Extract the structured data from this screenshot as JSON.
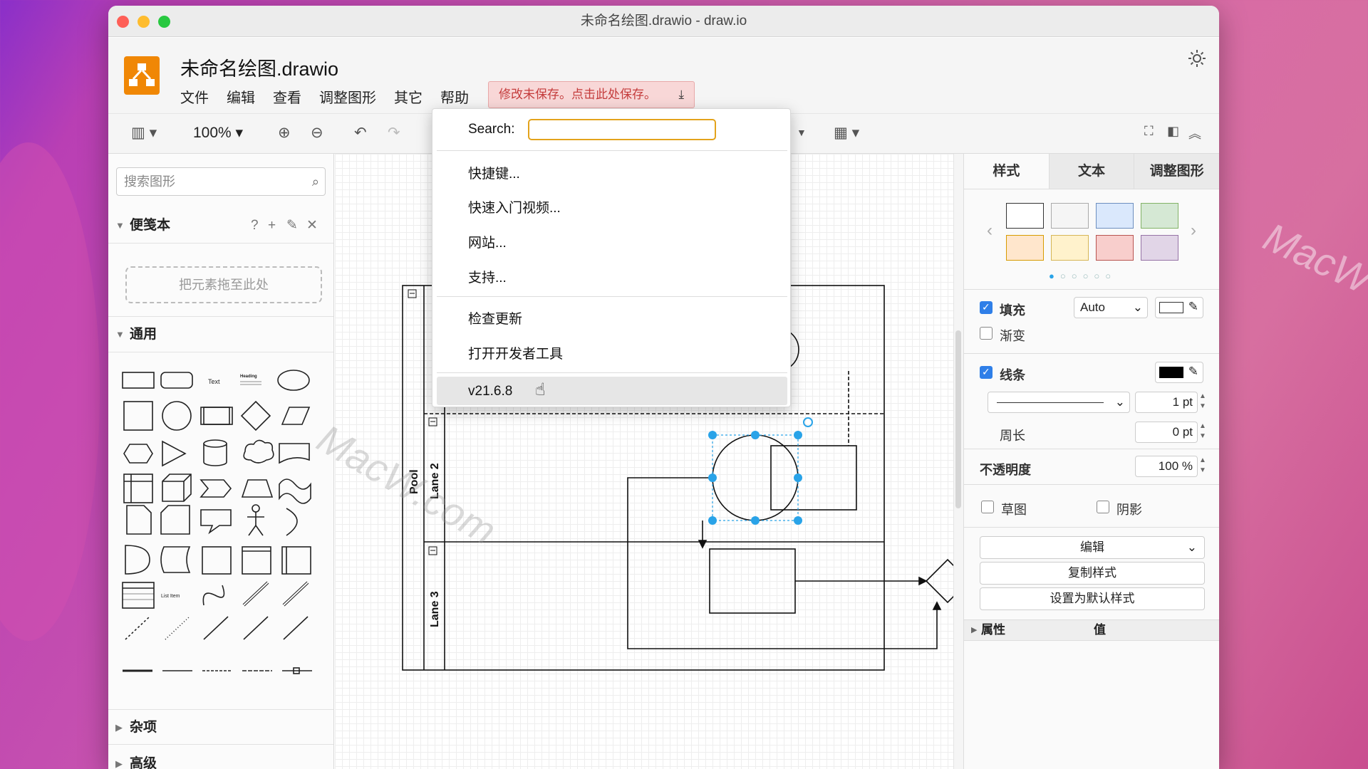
{
  "window": {
    "title": "未命名绘图.drawio - draw.io"
  },
  "header": {
    "filename": "未命名绘图.drawio",
    "unsaved_notice": "修改未保存。点击此处保存。"
  },
  "menubar": [
    "文件",
    "编辑",
    "查看",
    "调整图形",
    "其它",
    "帮助"
  ],
  "toolbar": {
    "zoom": "100%"
  },
  "sidebar": {
    "search_placeholder": "搜索图形",
    "scratchpad": {
      "title": "便笺本",
      "dropzone": "把元素拖至此处",
      "actions": [
        "?",
        "+",
        "✎",
        "✕"
      ]
    },
    "general": {
      "title": "通用",
      "shape_text": "Text",
      "shape_heading": "Heading",
      "shape_list": "List Item"
    },
    "misc": "杂项",
    "advanced": "高级"
  },
  "diagram": {
    "pool": "Pool",
    "lane2": "Lane 2",
    "lane3": "Lane 3"
  },
  "help_menu": {
    "search_label": "Search:",
    "search_value": "",
    "items": [
      "快捷键...",
      "快速入门视频...",
      "网站...",
      "支持...",
      "检查更新",
      "打开开发者工具"
    ],
    "version": "v21.6.8"
  },
  "format_panel": {
    "tabs": [
      "样式",
      "文本",
      "调整图形"
    ],
    "swatches": [
      "#ffffff",
      "#f5f5f5",
      "#dae8fc",
      "#d5e8d4",
      "#ffe6cc",
      "#fff2cc",
      "#f8cecc",
      "#e1d5e7"
    ],
    "fill": {
      "label": "填充",
      "checked": true,
      "mode": "Auto"
    },
    "gradient": {
      "label": "渐变",
      "checked": false
    },
    "line": {
      "label": "线条",
      "checked": true,
      "width": "1 pt"
    },
    "perimeter": {
      "label": "周长",
      "value": "0 pt"
    },
    "opacity": {
      "label": "不透明度",
      "value": "100 %"
    },
    "sketch": {
      "label": "草图",
      "checked": false
    },
    "shadow": {
      "label": "阴影",
      "checked": false
    },
    "buttons": {
      "edit": "编辑",
      "copy_style": "复制样式",
      "set_default": "设置为默认样式"
    },
    "props": {
      "property": "属性",
      "value": "值"
    }
  },
  "colors": {
    "accent": "#f08705",
    "selection": "#29a3e8",
    "unsaved_bg": "#f8d7d7",
    "unsaved_text": "#c43c3c"
  }
}
